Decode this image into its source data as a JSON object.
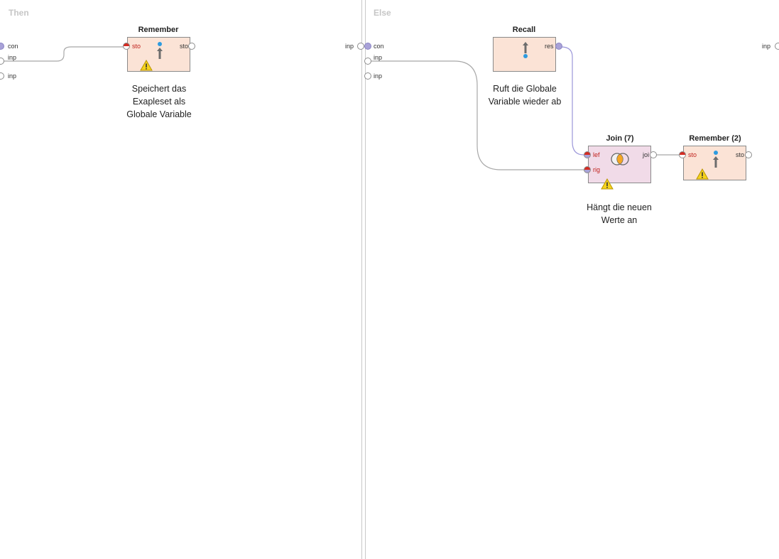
{
  "then_panel": {
    "title": "Then",
    "left_ports": [
      "con",
      "inp",
      "inp"
    ],
    "remember": {
      "title": "Remember",
      "in_port": "sto",
      "out_port": "sto",
      "note": "Speichert das Exapleset als Globale Variable",
      "note_lines": [
        "Speichert das",
        "Exapleset als",
        "Globale Variable"
      ]
    },
    "right_port": "inp"
  },
  "else_panel": {
    "title": "Else",
    "left_ports": [
      "con",
      "inp",
      "inp"
    ],
    "recall": {
      "title": "Recall",
      "out_port": "res",
      "note_lines": [
        "Ruft die Globale",
        "Variable wieder ab"
      ]
    },
    "join": {
      "title": "Join (7)",
      "in_ports": [
        "lef",
        "rig"
      ],
      "out_port": "joi",
      "note_lines": [
        "Hängt die neuen",
        "Werte an"
      ]
    },
    "remember2": {
      "title": "Remember (2)",
      "in_port": "sto",
      "out_port": "sto"
    },
    "right_port": "inp"
  },
  "colors": {
    "operator_fill": "#fbe3d6",
    "join_fill": "#f1dbe8",
    "port_red": "#d42b22",
    "port_purple": "#a9a2d8",
    "wire_gray": "#a8a8a8",
    "wire_purple": "#9b96d9",
    "warning_yellow": "#f5d21c"
  }
}
